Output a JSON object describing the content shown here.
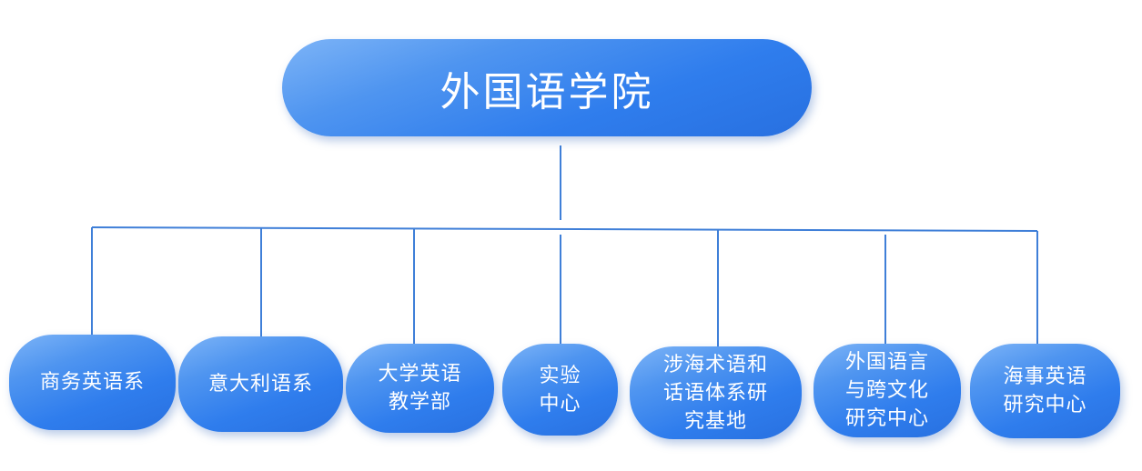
{
  "diagram": {
    "root": {
      "label": "外国语学院"
    },
    "children": [
      {
        "label": "商务英语系"
      },
      {
        "label": "意大利语系"
      },
      {
        "label": "大学英语\n教学部"
      },
      {
        "label": "实验\n中心"
      },
      {
        "label": "涉海术语和\n话语体系研\n究基地"
      },
      {
        "label": "外国语言\n与跨文化\n研究中心"
      },
      {
        "label": "海事英语\n研究中心"
      }
    ],
    "colors": {
      "node_fill": "#2f7ded",
      "node_highlight": "#7db4f7",
      "connector": "#3f7fd8",
      "text": "#ffffff"
    }
  }
}
